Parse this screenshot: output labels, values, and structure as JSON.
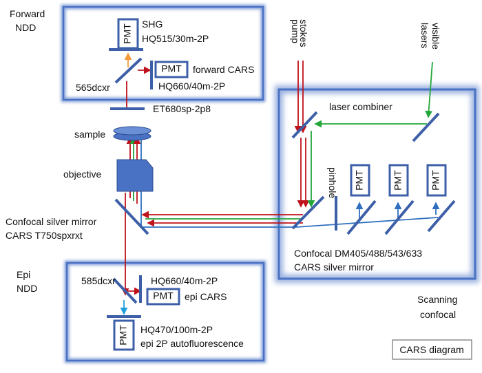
{
  "colors": {
    "box_blue": "#4a72c4",
    "optic_blue": "#3d5fa8",
    "red_beam": "#c0121b",
    "green_beam": "#22a63a",
    "blue_beam": "#2f6fc0",
    "orange_beam": "#f39a3a",
    "cyan_beam": "#1fa0d8"
  },
  "labels": {
    "forward_ndd": [
      "Forward",
      "NDD"
    ],
    "shg": "SHG",
    "hq515": "HQ515/30m-2P",
    "forward_cars": "forward CARS",
    "dcxr565": "565dcxr",
    "hq660_fwd": "HQ660/40m-2P",
    "et680": "ET680sp-2p8",
    "sample": "sample",
    "objective": "objective",
    "confocal_silver_mirror": "Confocal silver mirror",
    "cars_t750": "CARS T750spxrxt",
    "epi_ndd": [
      "Epi",
      "NDD"
    ],
    "dcxr585": "585dcxr",
    "hq660_epi": "HQ660/40m-2P",
    "epi_cars": "epi CARS",
    "hq470": "HQ470/100m-2P",
    "epi_2p": "epi 2P autofluorescence",
    "stokes": "stokes",
    "pump": "pump",
    "visible": "visible",
    "lasers": "lasers",
    "laser_combiner": "laser combiner",
    "pinhole": "pinhole",
    "confocal_dm": "Confocal DM405/488/543/633",
    "cars_silver_mirror": "CARS silver mirror",
    "scanning": "Scanning",
    "confocal": "confocal",
    "cars_diagram": "CARS diagram",
    "pmt": "PMT"
  }
}
